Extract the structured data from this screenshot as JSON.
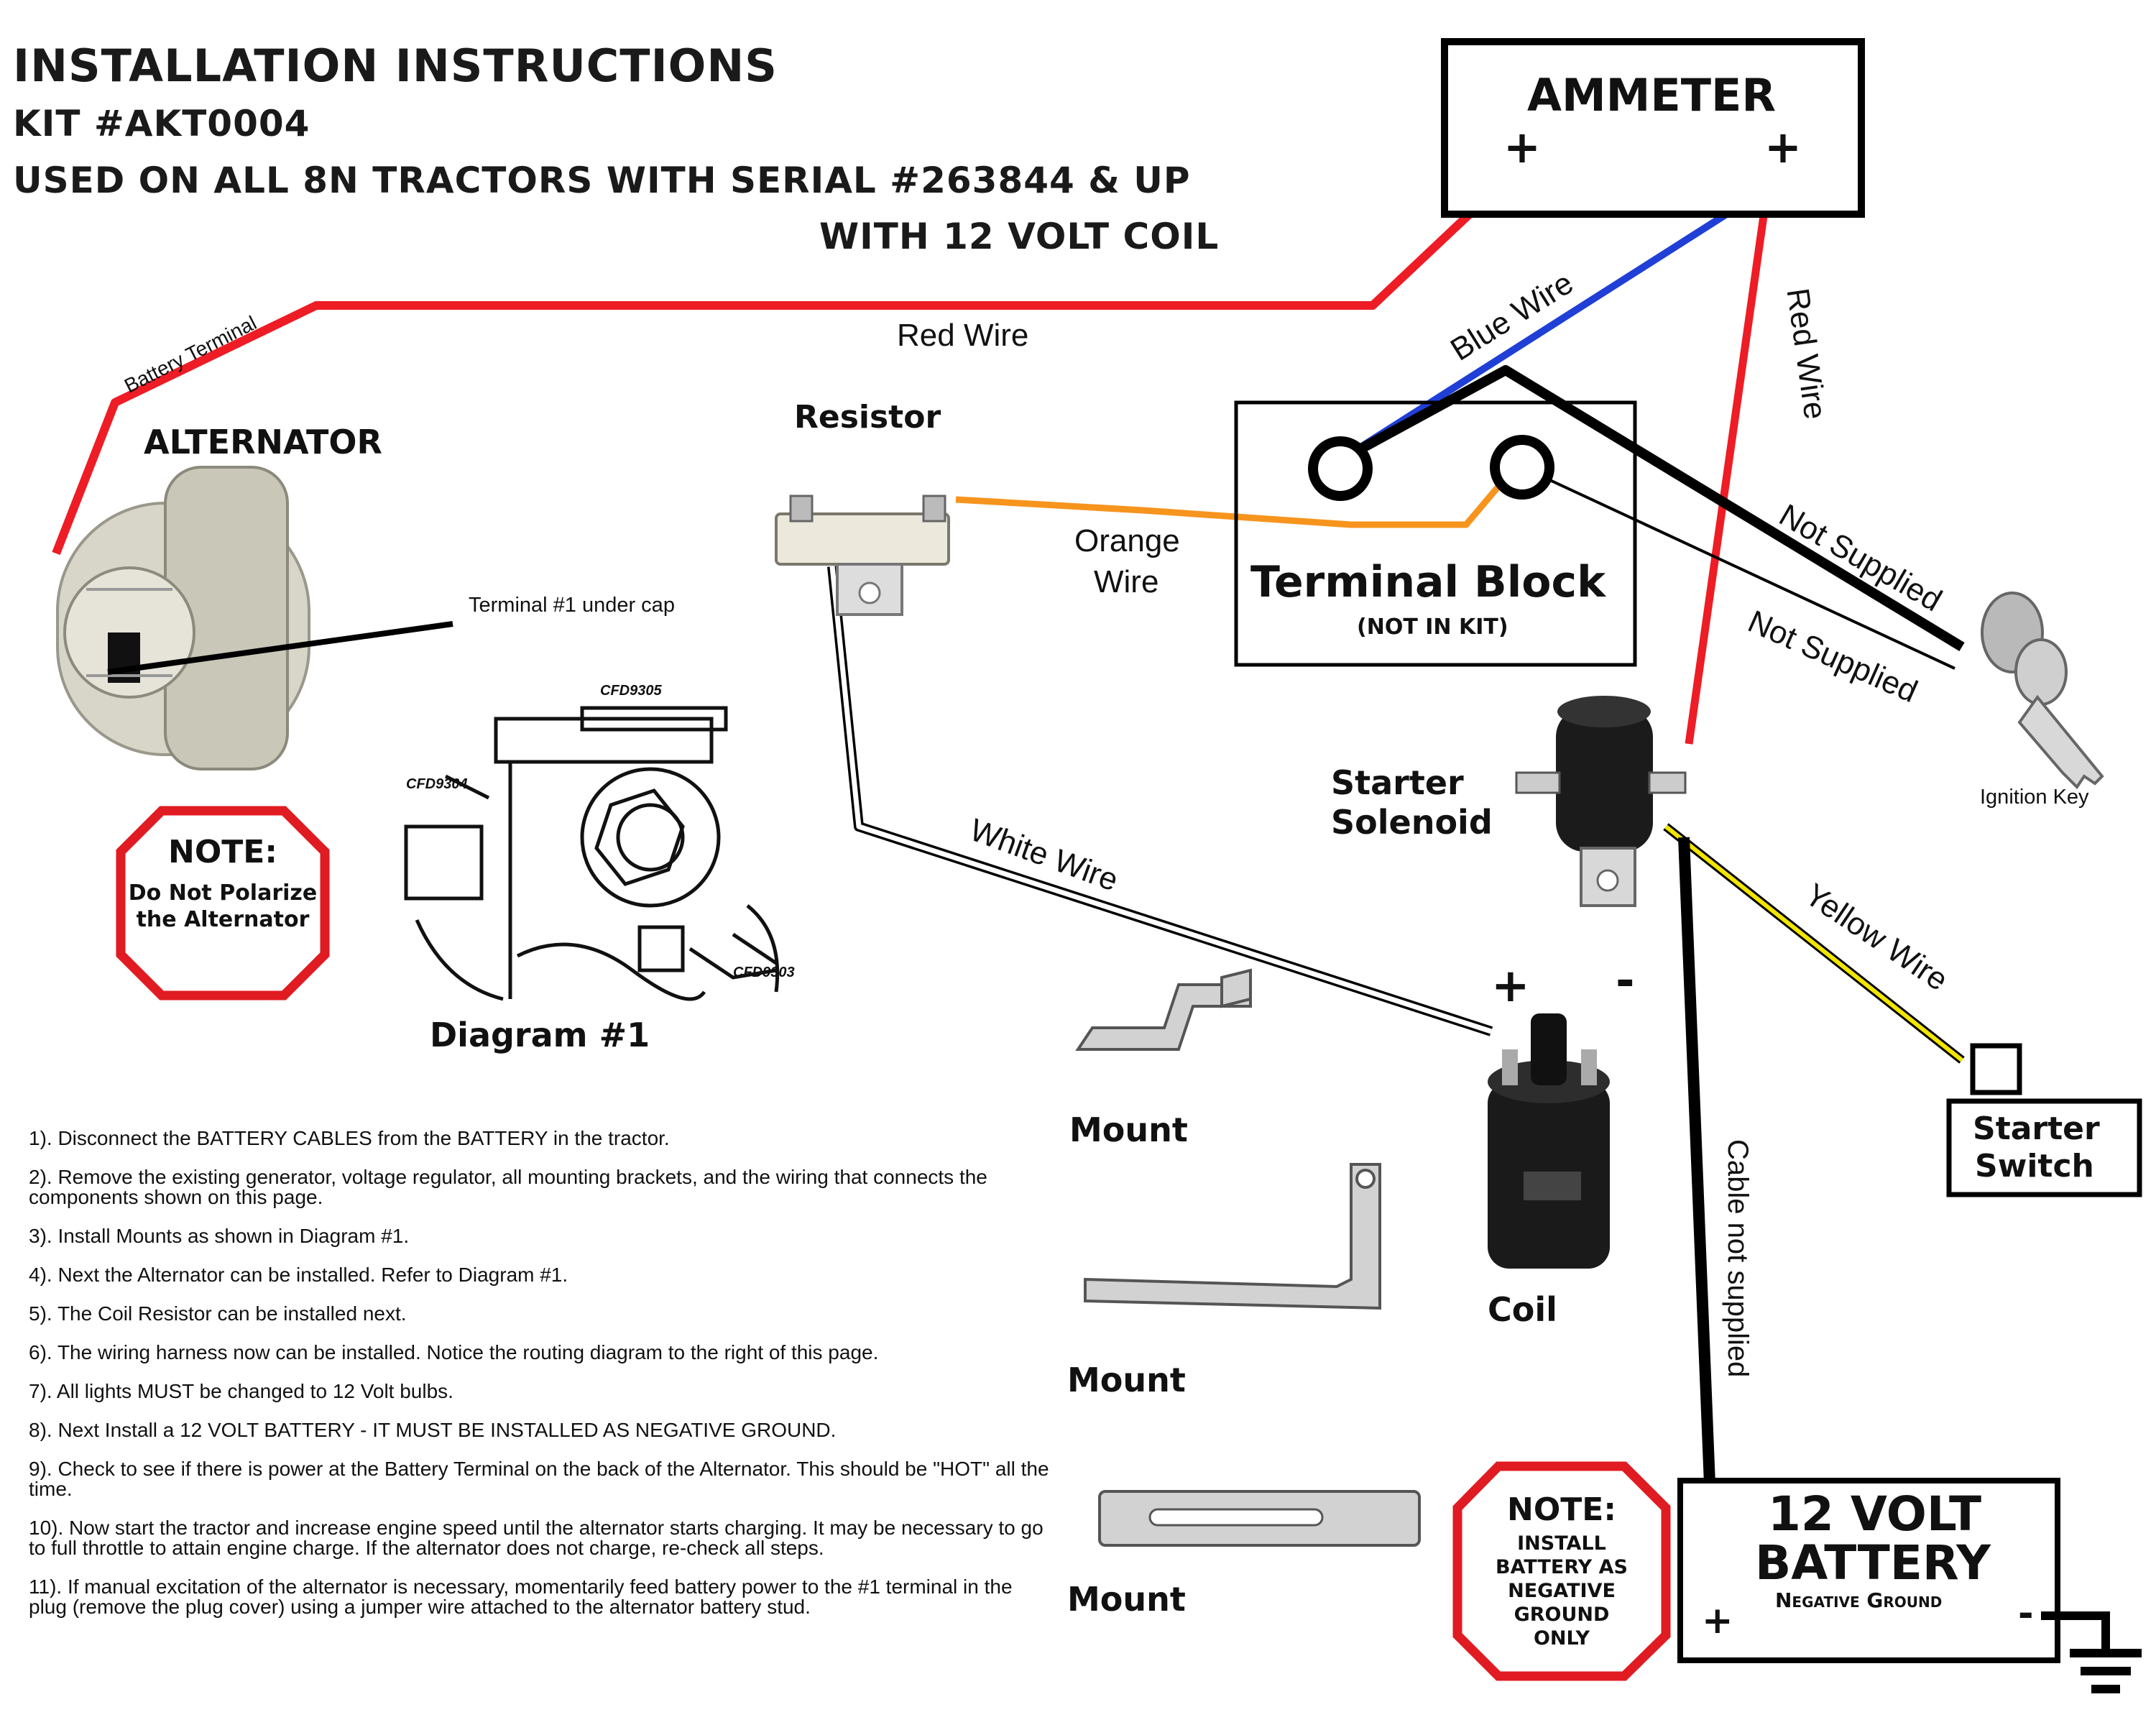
{
  "header": {
    "title": "INSTALLATION INSTRUCTIONS",
    "kit": "KIT #AKT0004",
    "usage": "USED ON ALL 8N TRACTORS WITH SERIAL #263844 & UP",
    "coil": "WITH 12 VOLT COIL"
  },
  "ammeter": {
    "label": "AMMETER",
    "plus_left": "+",
    "plus_right": "+"
  },
  "alternator": {
    "label": "ALTERNATOR",
    "battery_terminal": "Battery Terminal",
    "terminal_1": "Terminal #1 under cap"
  },
  "note_alternator": {
    "title": "NOTE:",
    "line1": "Do Not Polarize",
    "line2": "the Alternator"
  },
  "diagram": {
    "caption": "Diagram #1",
    "part_a": "CFD9305",
    "part_b": "CFD9304",
    "part_c": "CFD9303"
  },
  "resistor": {
    "label": "Resistor"
  },
  "terminal_block": {
    "label": "Terminal Block",
    "sub": "(NOT IN KIT)"
  },
  "wires": {
    "red_top": "Red Wire",
    "red_right": "Red Wire",
    "blue": "Blue Wire",
    "orange_line1": "Orange",
    "orange_line2": "Wire",
    "white": "White Wire",
    "yellow": "Yellow Wire",
    "not_supplied_1": "Not Supplied",
    "not_supplied_2": "Not Supplied",
    "cable": "Cable not supplied"
  },
  "ignition_key": {
    "label": "Ignition Key"
  },
  "starter_solenoid": {
    "line1": "Starter",
    "line2": "Solenoid"
  },
  "starter_switch": {
    "line1": "Starter",
    "line2": "Switch"
  },
  "coil": {
    "label": "Coil",
    "plus": "+",
    "minus": "-"
  },
  "mounts": [
    {
      "label": "Mount"
    },
    {
      "label": "Mount"
    },
    {
      "label": "Mount"
    }
  ],
  "battery": {
    "line1": "12 VOLT",
    "line2": "BATTERY",
    "sub": "Negative Ground",
    "plus": "+",
    "minus": "-"
  },
  "note_battery": {
    "title": "NOTE:",
    "l1": "INSTALL",
    "l2": "BATTERY AS",
    "l3": "NEGATIVE",
    "l4": "GROUND",
    "l5": "ONLY"
  },
  "steps": [
    "1). Disconnect the BATTERY CABLES from the BATTERY in the tractor.",
    "2). Remove the existing generator, voltage regulator, all mounting brackets, and the wiring that connects the components shown on this page.",
    "3). Install Mounts as shown in Diagram #1.",
    "4). Next the Alternator can be installed. Refer to Diagram #1.",
    "5). The Coil Resistor can be installed next.",
    "6). The wiring harness now can be installed. Notice the routing diagram to the right of this page.",
    "7). All lights MUST be changed to 12 Volt bulbs.",
    "8). Next Install a 12 VOLT BATTERY - IT MUST BE INSTALLED AS NEGATIVE GROUND.",
    "9). Check to see if there is power at the Battery Terminal on the back of the Alternator. This should be \"HOT\" all the time.",
    "10). Now start the tractor and increase engine speed until the alternator starts charging. It may be necessary to go to full throttle to attain engine charge. If the alternator does not charge, re-check all steps.",
    "11). If manual excitation of the alternator is necessary, momentarily feed battery power to the #1 terminal in the plug (remove the plug cover) using a jumper wire attached to the alternator battery stud."
  ],
  "colors": {
    "red_wire": "#ee1c25",
    "blue_wire": "#1f3fd6",
    "orange_wire": "#f7941d",
    "yellow_wire": "#f2e500",
    "note_red": "#e01b22"
  }
}
